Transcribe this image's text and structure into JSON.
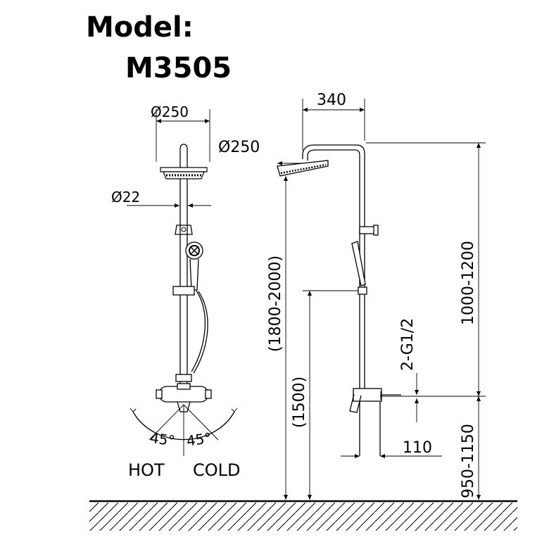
{
  "model": {
    "label": "Model:",
    "number": "M3505"
  },
  "front_view": {
    "head_diameter": "Ø250",
    "pipe_diameter": "Ø22",
    "hot_angle": "45°",
    "cold_angle": "45°",
    "hot_label": "HOT",
    "cold_label": "COLD"
  },
  "side_view": {
    "arm_length": "340",
    "head_diameter": "Ø250",
    "total_height": "(1800-2000)",
    "slide_height": "(1500)",
    "column_height": "1000-1200",
    "inlet_thread": "2-G1/2",
    "inlet_depth": "110",
    "mixer_height": "950-1150"
  }
}
